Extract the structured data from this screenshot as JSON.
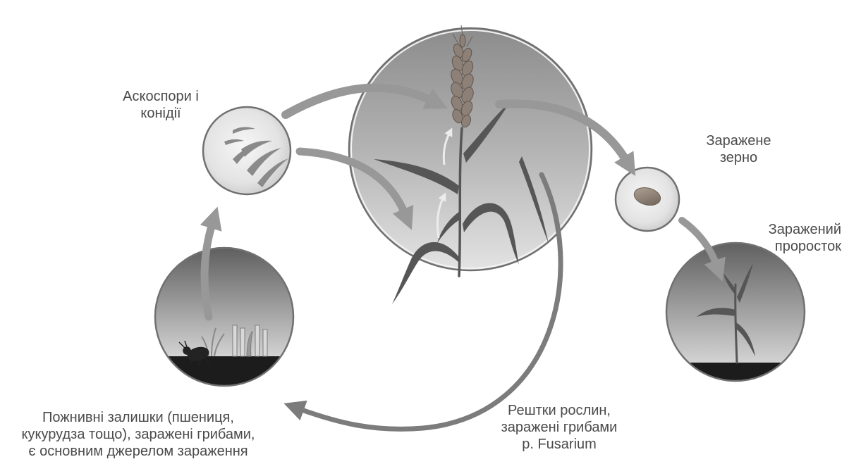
{
  "labels": {
    "spores": [
      "Аскоспори і",
      "конідії"
    ],
    "infected_grain": [
      "Заражене",
      "зерно"
    ],
    "infected_seedling": [
      "Заражений",
      "проросток"
    ],
    "crop_residue": [
      "Пожнивні залишки (пшениця,",
      "кукурудза тощо), заражені грибами,",
      "є основним джерелом зараження"
    ],
    "plant_debris": [
      "Рештки рослин,",
      "заражені грибами",
      "р. Fusarium"
    ]
  },
  "colors": {
    "text": "#4a4a4a",
    "arrow": "#989898",
    "return_arrow": "#7c7c7c",
    "soil": "#1c1c1c",
    "plant": "#565656",
    "circle_border": "#707070"
  }
}
